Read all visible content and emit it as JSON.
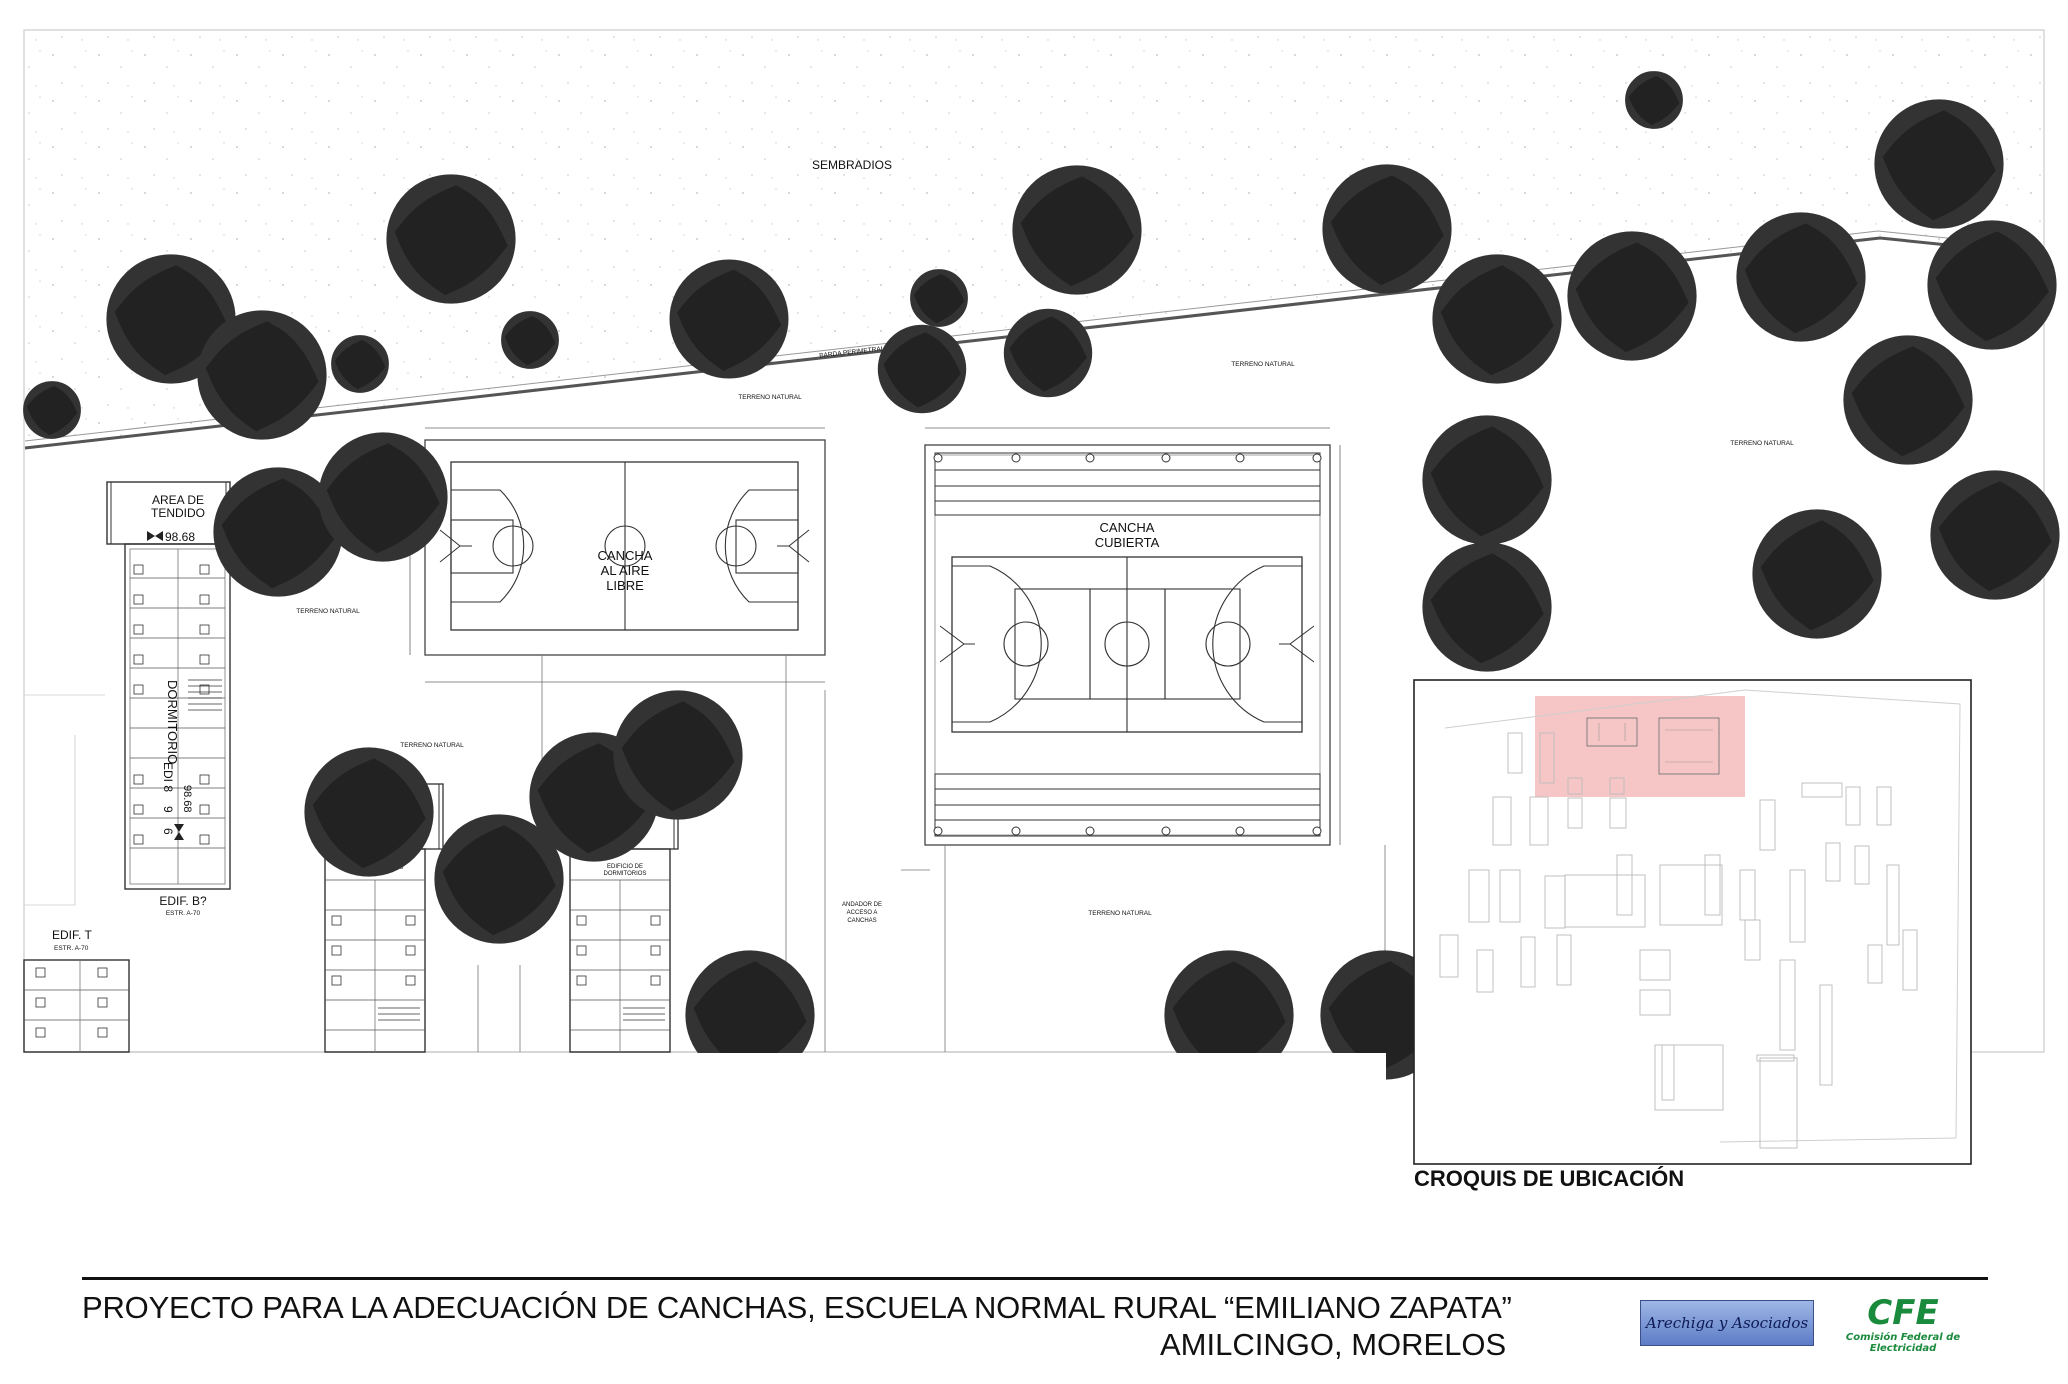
{
  "plan": {
    "sembradios": "SEMBRADIOS",
    "barda": "BARDA PERIMETRAL",
    "terreno": "TERRENO NATURAL",
    "cancha_aire": [
      "CANCHA",
      "AL AIRE",
      "LIBRE"
    ],
    "cancha_cubierta": [
      "CANCHA",
      "CUBIERTA"
    ],
    "area_tendido": [
      "AREA DE",
      "TENDIDO"
    ],
    "level_tendido": "98.68",
    "dormitorio": "DORMITORIO",
    "edi": "EDI 8",
    "num_9": "9",
    "num_6": "6",
    "level_dorm": "98.68",
    "edif_b": "EDIF. B?",
    "estr_a70": "ESTR. A-70",
    "edif_t": "EDIF. T",
    "estr_a70_t": "ESTR. A-70",
    "edificio_dorm": [
      "EDIFICIO DE",
      "DORMITORIOS"
    ],
    "andador": [
      "ANDADOR DE",
      "ACCESO A",
      "CANCHAS"
    ]
  },
  "croquis": {
    "label": "CROQUIS DE UBICACIÓN",
    "highlight_color": "#f3b3b3"
  },
  "title_block": {
    "line1": "PROYECTO PARA LA ADECUACIÓN DE CANCHAS, ESCUELA NORMAL RURAL “EMILIANO ZAPATA”",
    "line2": "AMILCINGO, MORELOS",
    "logo_left": "Arechiga y Asociados",
    "logo_right_big": "CFE",
    "logo_right_small": "Comisión Federal de Electricidad"
  }
}
